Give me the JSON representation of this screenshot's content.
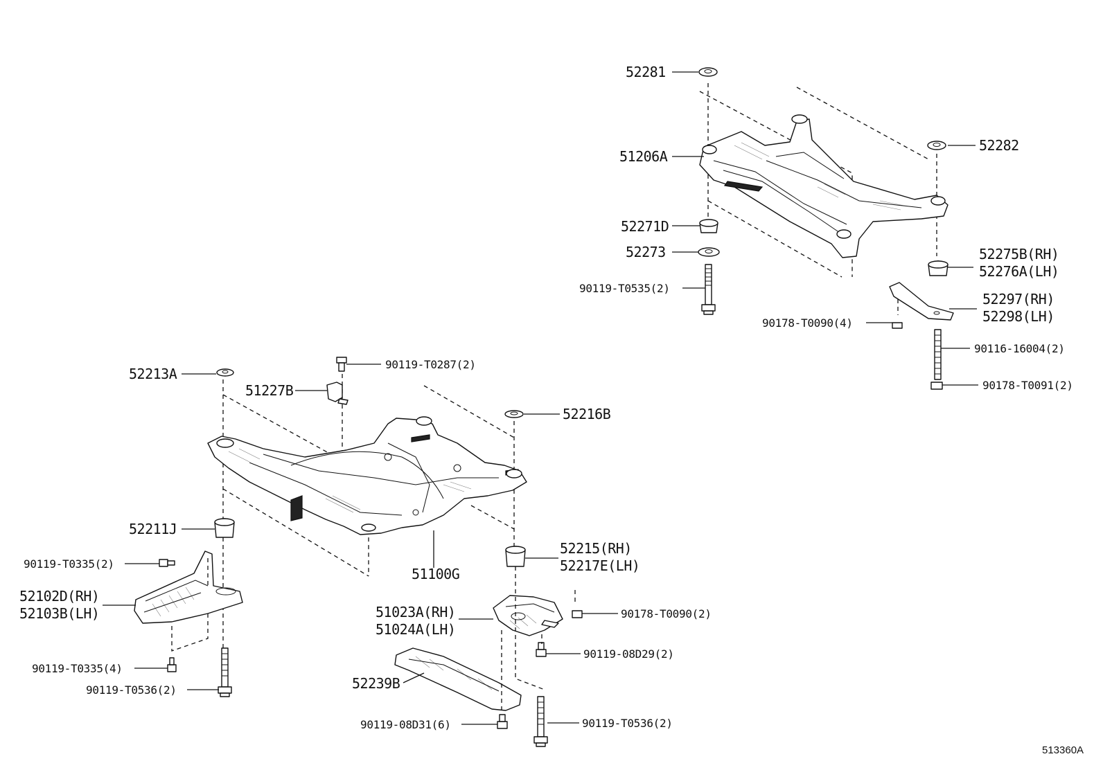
{
  "diagram": {
    "figure_code": "513360A",
    "colors": {
      "line": "#111111",
      "background": "#ffffff"
    },
    "labels": {
      "p52281": "52281",
      "p52282": "52282",
      "p51206A": "51206A",
      "p52271D": "52271D",
      "p52273": "52273",
      "p90119_T0535": "90119-T0535(2)",
      "p52275B": "52275B(RH)",
      "p52276A": "52276A(LH)",
      "p52297": "52297(RH)",
      "p52298": "52298(LH)",
      "p90178_T0090_4": "90178-T0090(4)",
      "p90116_16004": "90116-16004(2)",
      "p90178_T0091": "90178-T0091(2)",
      "p52213A": "52213A",
      "p90119_T0287": "90119-T0287(2)",
      "p51227B": "51227B",
      "p52216B": "52216B",
      "p52211J": "52211J",
      "p90119_T0335_2": "90119-T0335(2)",
      "p52102D": "52102D(RH)",
      "p52103B": "52103B(LH)",
      "p90119_T0335_4": "90119-T0335(4)",
      "p90119_T0536_left": "90119-T0536(2)",
      "p51100G": "51100G",
      "p52215": "52215(RH)",
      "p52217E": "52217E(LH)",
      "p51023A": "51023A(RH)",
      "p51024A": "51024A(LH)",
      "p90178_T0090_2": "90178-T0090(2)",
      "p90119_08D29": "90119-08D29(2)",
      "p52239B": "52239B",
      "p90119_08D31": "90119-08D31(6)",
      "p90119_T0536_right": "90119-T0536(2)"
    }
  }
}
